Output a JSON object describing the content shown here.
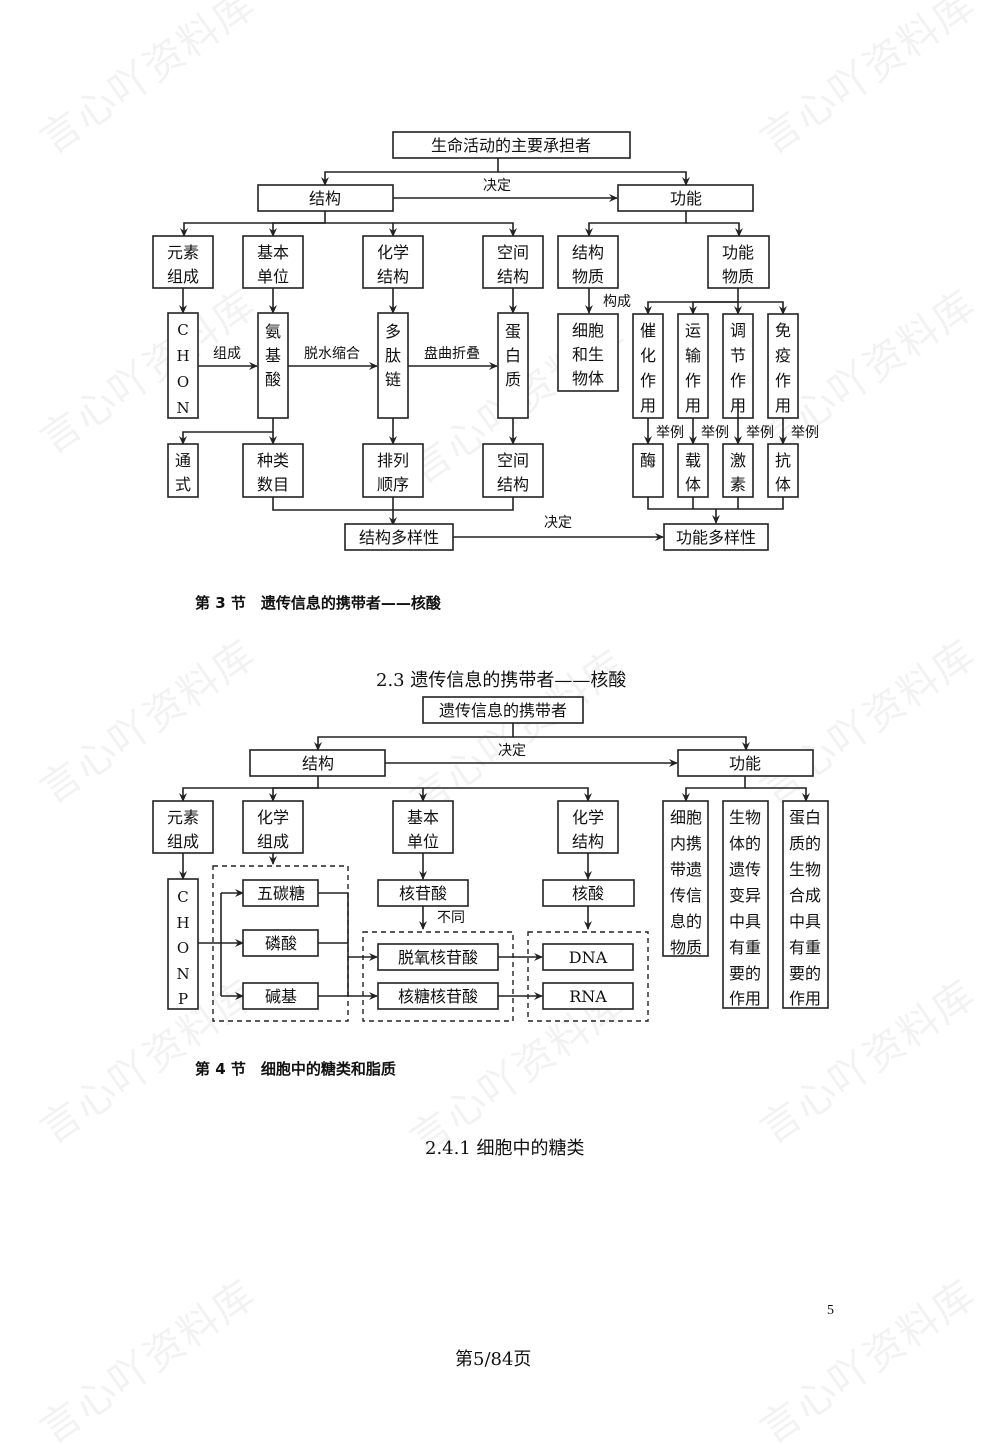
{
  "watermark": "言心吖资料库",
  "diagram1": {
    "root": "生命活动的主要承担者",
    "structure": "结构",
    "function": "功能",
    "decides_top": "决定",
    "s_children": [
      {
        "l1": "元素",
        "l2": "组成"
      },
      {
        "l1": "基本",
        "l2": "单位"
      },
      {
        "l1": "化学",
        "l2": "结构"
      },
      {
        "l1": "空间",
        "l2": "结构"
      }
    ],
    "elements": [
      "C",
      "H",
      "O",
      "N"
    ],
    "amino": [
      "氨",
      "基",
      "酸"
    ],
    "peptide": [
      "多",
      "肽",
      "链"
    ],
    "protein": [
      "蛋",
      "白",
      "质"
    ],
    "edge_compose": "组成",
    "edge_dehydrate": "脱水缩合",
    "edge_fold": "盘曲折叠",
    "general": [
      "通",
      "式"
    ],
    "kinds": {
      "l1": "种类",
      "l2": "数目"
    },
    "order": {
      "l1": "排列",
      "l2": "顺序"
    },
    "spatial": {
      "l1": "空间",
      "l2": "结构"
    },
    "struct_diversity": "结构多样性",
    "func_diversity": "功能多样性",
    "decides_bottom": "决定",
    "f_children": [
      {
        "l1": "结构",
        "l2": "物质"
      },
      {
        "l1": "功能",
        "l2": "物质"
      }
    ],
    "edge_constitute": "构成",
    "cells": [
      "细胞",
      "和生",
      "物体"
    ],
    "roles": [
      [
        "催",
        "化",
        "作",
        "用"
      ],
      [
        "运",
        "输",
        "作",
        "用"
      ],
      [
        "调",
        "节",
        "作",
        "用"
      ],
      [
        "免",
        "疫",
        "作",
        "用"
      ]
    ],
    "example": "举例",
    "examples": [
      [
        "酶"
      ],
      [
        "载",
        "体"
      ],
      [
        "激",
        "素"
      ],
      [
        "抗",
        "体"
      ]
    ]
  },
  "section3_heading": "第 3 节　遗传信息的携带者——核酸",
  "section3_subtitle": "2.3 遗传信息的携带者——核酸",
  "diagram2": {
    "root": "遗传信息的携带者",
    "structure": "结构",
    "function": "功能",
    "decides": "决定",
    "s_children": [
      {
        "l1": "元素",
        "l2": "组成"
      },
      {
        "l1": "化学",
        "l2": "组成"
      },
      {
        "l1": "基本",
        "l2": "单位"
      },
      {
        "l1": "化学",
        "l2": "结构"
      }
    ],
    "elements": [
      "C",
      "H",
      "O",
      "N",
      "P"
    ],
    "components": [
      "五碳糖",
      "磷酸",
      "碱基"
    ],
    "nucleotide": "核苷酸",
    "differ": "不同",
    "nucleotides": [
      "脱氧核苷酸",
      "核糖核苷酸"
    ],
    "nucleic_acid": "核酸",
    "acids": [
      "DNA",
      "RNA"
    ],
    "functions": [
      [
        "细胞",
        "内携",
        "带遗",
        "传信",
        "息的",
        "物质"
      ],
      [
        "生物",
        "体的",
        "遗传",
        "变异",
        "中具",
        "有重",
        "要的",
        "作用"
      ],
      [
        "蛋白",
        "质的",
        "生物",
        "合成",
        "中具",
        "有重",
        "要的",
        "作用"
      ]
    ]
  },
  "section4_heading": "第 4 节　细胞中的糖类和脂质",
  "section4_subtitle": "2.4.1 细胞中的糖类",
  "page_number": "5",
  "page_indicator": "第5/84页"
}
